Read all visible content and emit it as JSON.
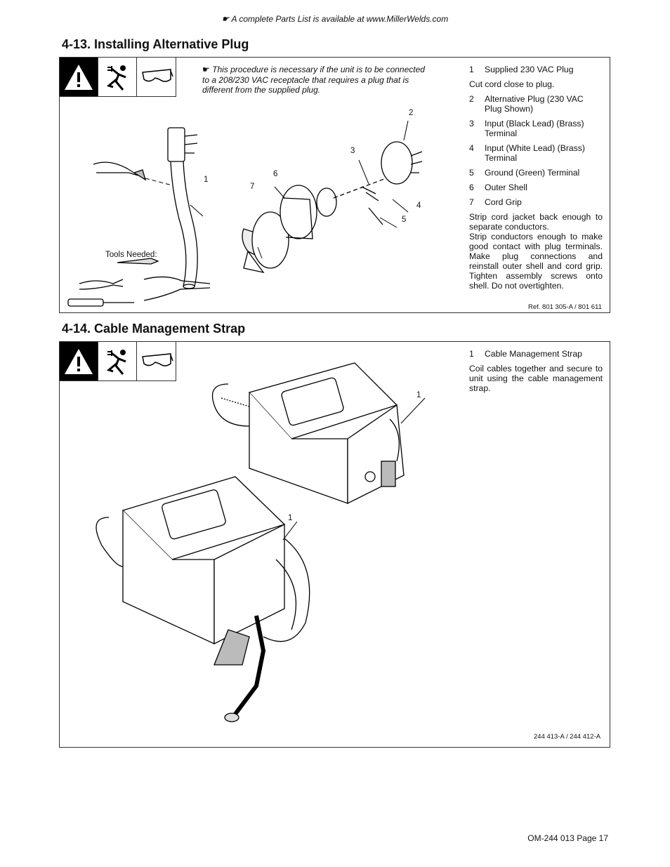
{
  "header": {
    "note": "A complete Parts List is available at www.MillerWelds.com"
  },
  "section_413": {
    "title": "4-13. Installing Alternative Plug",
    "note": "This procedure is necessary if the unit is to be connected to a 208/230 VAC receptacle that requires a plug that is different from the supplied plug.",
    "tools_label": "Tools Needed:",
    "callouts": [
      "1",
      "2",
      "3",
      "4",
      "5",
      "6",
      "7"
    ],
    "legend": [
      {
        "num": "1",
        "text": "Supplied 230 VAC Plug"
      },
      {
        "num": "2",
        "text": "Alternative Plug (230 VAC Plug Shown)"
      },
      {
        "num": "3",
        "text": "Input (Black Lead) (Brass) Terminal"
      },
      {
        "num": "4",
        "text": "Input (White Lead) (Brass) Terminal"
      },
      {
        "num": "5",
        "text": "Ground (Green) Terminal"
      },
      {
        "num": "6",
        "text": "Outer Shell"
      },
      {
        "num": "7",
        "text": "Cord Grip"
      }
    ],
    "instruction_cut": "Cut cord close to plug.",
    "instruction_strip": "Strip cord jacket back enough to separate conductors.",
    "instruction_conductors": "Strip conductors enough to make good contact with plug terminals. Make plug connections and reinstall outer shell and cord grip. Tighten assembly screws onto shell. Do not overtighten.",
    "ref": "Ref. 801 305-A / 801 611"
  },
  "section_414": {
    "title": "4-14. Cable Management Strap",
    "legend": [
      {
        "num": "1",
        "text": "Cable Management Strap"
      }
    ],
    "instruction": "Coil cables together and secure to unit using the cable management strap.",
    "callouts": [
      "1",
      "1"
    ],
    "ref": "244 413-A / 244 412-A"
  },
  "footer": {
    "page": "OM-244 013 Page 17"
  }
}
